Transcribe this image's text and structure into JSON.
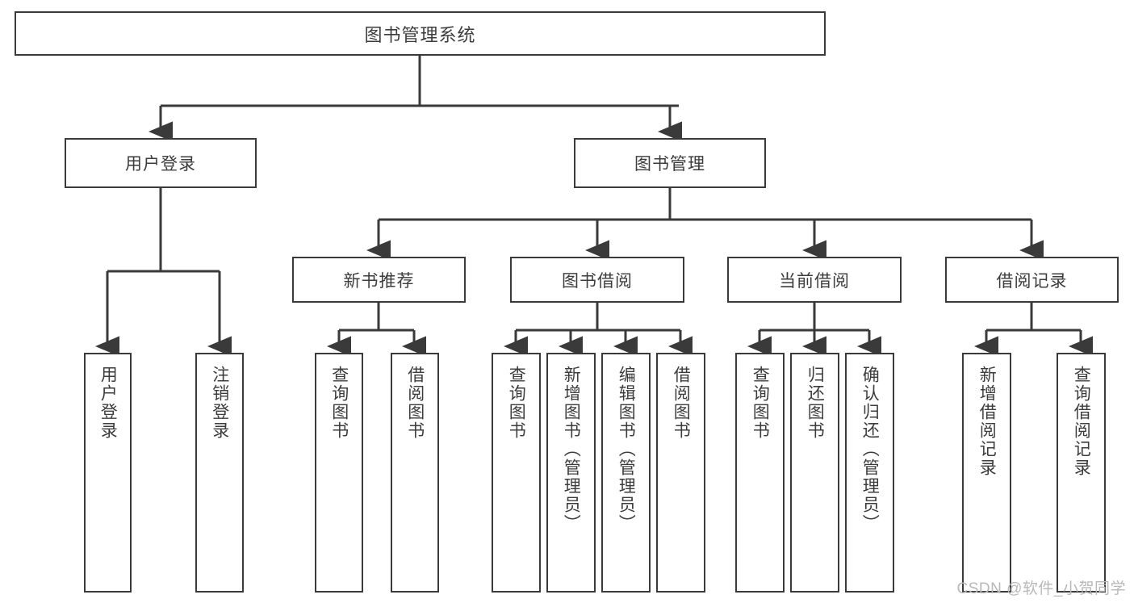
{
  "diagram": {
    "title": "图书管理系统",
    "type": "tree-hierarchy",
    "watermark": "CSDN @软件_小贺同学",
    "colors": {
      "box_border": "#3a3a3a",
      "box_fill": "#ffffff",
      "connector": "#3a3a3a",
      "text": "#3c3c3c",
      "watermark": "#b8b8b8",
      "background": "#ffffff"
    },
    "root": {
      "label": "图书管理系统"
    },
    "level2": [
      {
        "label": "用户登录"
      },
      {
        "label": "图书管理"
      }
    ],
    "level3": [
      {
        "label": "新书推荐"
      },
      {
        "label": "图书借阅"
      },
      {
        "label": "当前借阅"
      },
      {
        "label": "借阅记录"
      }
    ],
    "leaves": {
      "user_login": [
        {
          "label": "用户登录"
        },
        {
          "label": "注销登录"
        }
      ],
      "new_book_recommend": [
        {
          "label": "查询图书"
        },
        {
          "label": "借阅图书"
        }
      ],
      "book_borrow": [
        {
          "label": "查询图书"
        },
        {
          "label": "新增图书（管理员）"
        },
        {
          "label": "编辑图书（管理员）"
        },
        {
          "label": "借阅图书"
        }
      ],
      "current_borrow": [
        {
          "label": "查询图书"
        },
        {
          "label": "归还图书"
        },
        {
          "label": "确认归还（管理员）"
        }
      ],
      "borrow_record": [
        {
          "label": "新增借阅记录"
        },
        {
          "label": "查询借阅记录"
        }
      ]
    }
  }
}
